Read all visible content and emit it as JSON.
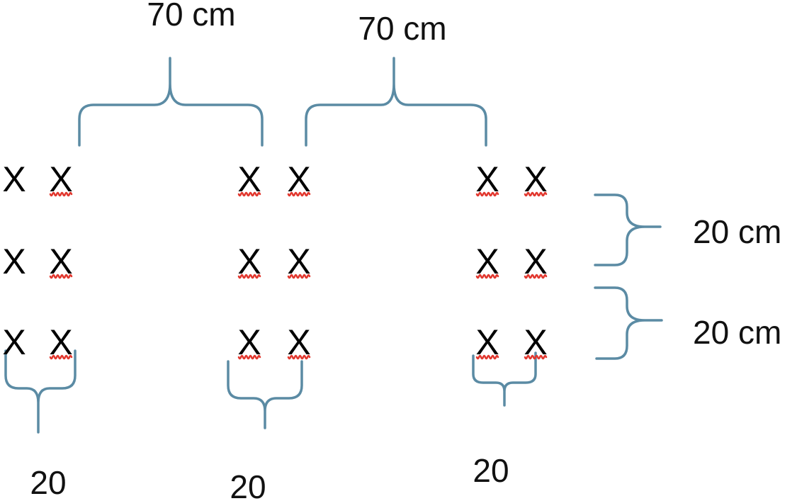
{
  "diagram": {
    "plant_marker": "X",
    "colors": {
      "brace": "#5b8ba4",
      "squiggle": "#e2382f",
      "text": "#111111"
    },
    "top_labels": [
      "70 cm",
      "70 cm"
    ],
    "right_labels": [
      "20 cm",
      "20 cm"
    ],
    "bottom_labels": [
      "20",
      "20",
      "20"
    ],
    "rows": 3,
    "double_rows": 3
  }
}
